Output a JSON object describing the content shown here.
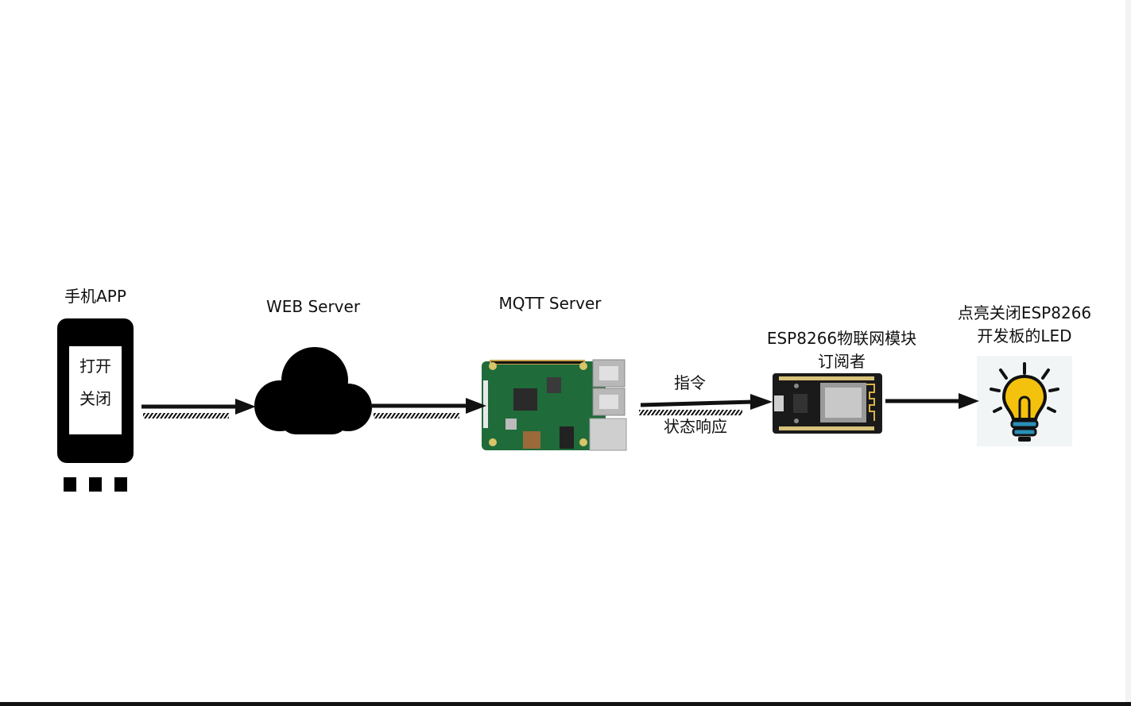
{
  "phone": {
    "title": "手机APP",
    "buttons": [
      "打开",
      "关闭"
    ]
  },
  "web_server": {
    "title": "WEB Server"
  },
  "mqtt_server": {
    "title": "MQTT Server"
  },
  "esp_module": {
    "title_line1": "ESP8266物联网模块",
    "title_line2": "订阅者"
  },
  "led": {
    "title_line1": "点亮关闭ESP8266",
    "title_line2": "开发板的LED"
  },
  "link_labels": {
    "command": "指令",
    "status": "状态响应"
  },
  "colors": {
    "arrow": "#111111",
    "board_green": "#1f6b3a",
    "bulb_yellow": "#f4c20d",
    "bulb_base": "#2a8fb8"
  }
}
